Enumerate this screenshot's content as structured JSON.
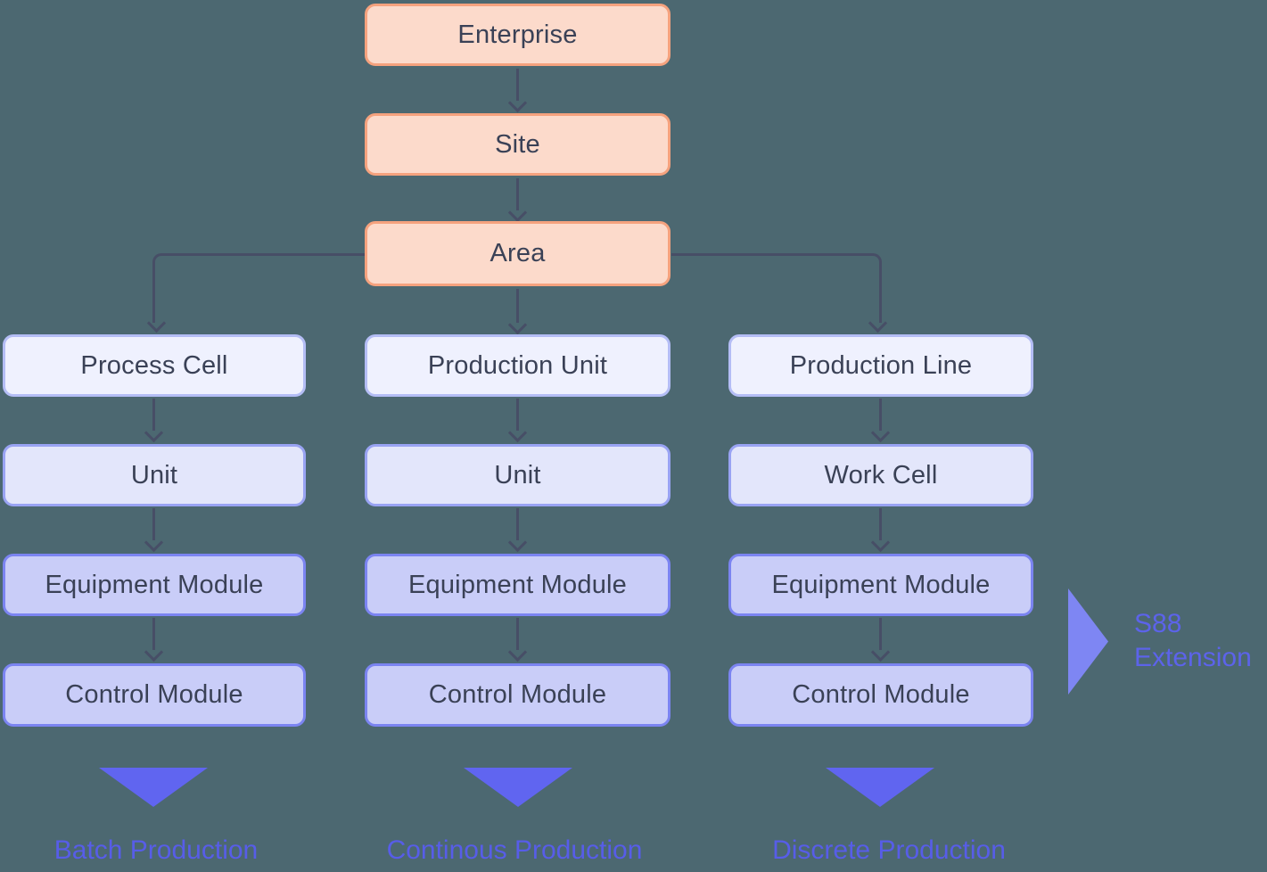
{
  "diagram": {
    "top_chain": [
      {
        "label": "Enterprise"
      },
      {
        "label": "Site"
      },
      {
        "label": "Area"
      }
    ],
    "columns": [
      {
        "nodes": [
          {
            "label": "Process Cell"
          },
          {
            "label": "Unit"
          },
          {
            "label": "Equipment Module"
          },
          {
            "label": "Control Module"
          }
        ],
        "footer_label": "Batch Production"
      },
      {
        "nodes": [
          {
            "label": "Production Unit"
          },
          {
            "label": "Unit"
          },
          {
            "label": "Equipment Module"
          },
          {
            "label": "Control Module"
          }
        ],
        "footer_label": "Continous Production"
      },
      {
        "nodes": [
          {
            "label": "Production Line"
          },
          {
            "label": "Work Cell"
          },
          {
            "label": "Equipment Module"
          },
          {
            "label": "Control Module"
          }
        ],
        "footer_label": "Discrete Production"
      }
    ],
    "extension": {
      "line1": "S88",
      "line2": "Extension"
    }
  },
  "colors": {
    "background": "#4c6871",
    "enterprise_fill": "#fcdacb",
    "enterprise_border": "#f5a27e",
    "level1_fill": "#eff1fe",
    "level1_border": "#b4bdf5",
    "level2_fill": "#e3e6fb",
    "level2_border": "#99a3f3",
    "level3_fill": "#c9cdf8",
    "level3_border": "#7b84f1",
    "node_text": "#3a4156",
    "connector": "#474e66",
    "funnel_triangle": "#6065f0",
    "footer_text": "#575de8",
    "extension_triangle": "#7e86f3",
    "extension_text": "#5c63ea"
  }
}
